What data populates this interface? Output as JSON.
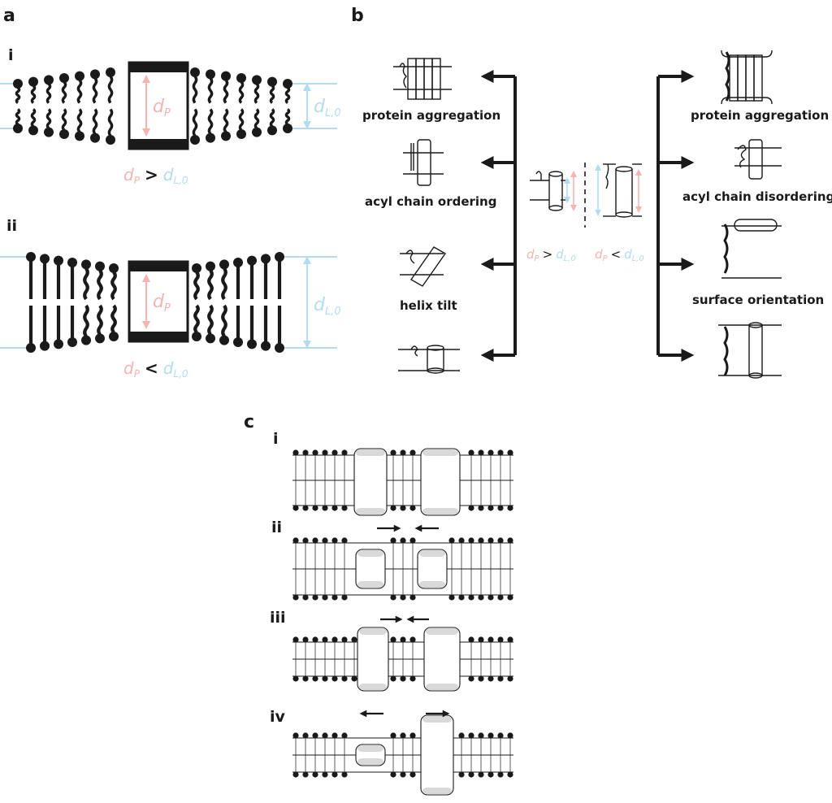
{
  "panel_a": {
    "letter": "a",
    "sub_i": "i",
    "sub_ii": "ii",
    "dp": "d",
    "dp_sub": "P",
    "dl": "d",
    "dl_sub": "L,0",
    "cmp_i": ">",
    "cmp_ii": "<"
  },
  "panel_b": {
    "letter": "b",
    "left_labels": [
      "protein aggregation",
      "acyl chain ordering",
      "helix tilt"
    ],
    "right_labels": [
      "protein aggregation",
      "acyl chain disordering",
      "surface orientation"
    ],
    "dp": "d",
    "dp_sub": "P",
    "dl": "d",
    "dl_sub": "L,0",
    "cmp_left": ">",
    "cmp_right": "<"
  },
  "panel_c": {
    "letter": "c",
    "rows": [
      "i",
      "ii",
      "iii",
      "iv"
    ]
  },
  "colors": {
    "protein_thickness": "#f4b4b0",
    "lipid_thickness": "#b3dcef",
    "ink": "#1a1a1a"
  }
}
